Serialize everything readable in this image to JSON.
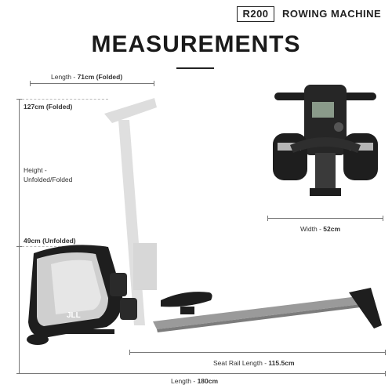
{
  "header": {
    "model": "R200",
    "product": "ROWING MACHINE"
  },
  "title": "MEASUREMENTS",
  "dimensions": {
    "length_folded": {
      "label": "Length",
      "value": "71cm (Folded)"
    },
    "height_folded_top": "127cm (Folded)",
    "height_label_line1": "Height -",
    "height_label_line2": "Unfolded/Folded",
    "height_unfolded": "49cm (Unfolded)",
    "width": {
      "label": "Width",
      "value": "52cm"
    },
    "seat_rail_length": {
      "label": "Seat Rail Length",
      "value": "115.5cm"
    },
    "length": {
      "label": "Length",
      "value": "180cm"
    }
  },
  "brand": "JLL",
  "colors": {
    "frame": "#9a9a9a",
    "body_dark": "#1e1e1e",
    "silver": "#cfcfcf",
    "line": "#777777"
  }
}
